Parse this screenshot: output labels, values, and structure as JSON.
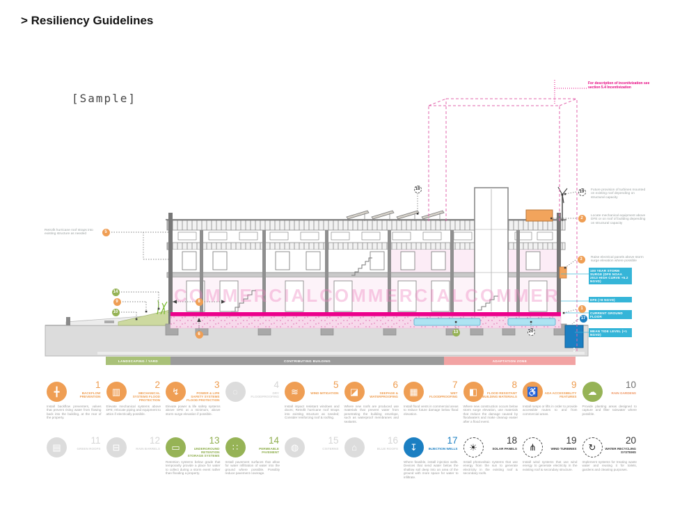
{
  "page": {
    "title": "> Resiliency Guidelines",
    "sample_tag": "[Sample]"
  },
  "colors": {
    "orange": "#ef9e54",
    "green": "#96b356",
    "blue": "#1b7fc2",
    "cyan": "#35b5d8",
    "magenta_dfe": "#ec008c",
    "note_magenta": "#e6007e",
    "zone_green": "#a9c178",
    "zone_gray": "#9b9b9b",
    "zone_pink": "#f2a3a3"
  },
  "diagram": {
    "watermark": "COMMERCIAL",
    "notes": {
      "roof_straps": "Retrofit hurricane roof straps into existing structure as needed",
      "incentivization": "For description of incentivization see section 5.4 Incentivization",
      "turbines_future": "Future provision of turbines mounted on existing roof depending on structural capacity",
      "mechanical_equipment": "Locate mechanical equipment above DFE or on roof of building depending on structural capacity",
      "electrical_panels": "Raise electrical panels above storm surge elevation where possible"
    },
    "levels": [
      "100 YEAR STORM SURGE (DFE NOAA 2013 HIGH CURVE +5.2 NGVD)",
      "DFE (+8 NGVD)",
      "CURRENT GROUND FLOOR",
      "MEAN TIDE LEVEL (+1 NGVD)"
    ],
    "zones": [
      "LANDSCAPING / YARD",
      "CONTRIBUTING BUILDING",
      "ADAPTATION ZONE"
    ],
    "markers": {
      "m1": "1",
      "m2": "2",
      "m3": "3",
      "m5": "5",
      "m6": "6",
      "m8": "8",
      "m9": "9",
      "m10": "10",
      "m13": "13",
      "m14": "14",
      "m17": "17",
      "m18": "18",
      "m19": "19",
      "m20": "20"
    }
  },
  "strategies": [
    {
      "num": "1",
      "label": "BACKFLOW PREVENTION",
      "style": "orange",
      "num_color": "#ee9c4f",
      "label_color": "#ee9c4f",
      "icon": "╋",
      "icon_name": "backflow-prevention-icon",
      "desc": "Install backflow preventers, valves that prevent rising water from flowing back into the building, at the rear of the property."
    },
    {
      "num": "2",
      "label": "MECHANICAL SYSTEMS FLOOD PROTECTION",
      "style": "orange",
      "num_color": "#ee9c4f",
      "label_color": "#ee9c4f",
      "icon": "▥",
      "icon_name": "mechanical-systems-icon",
      "desc": "Elevate mechanical systems above DFE; relocate piping and equipment to attics if electrically possible."
    },
    {
      "num": "3",
      "label": "POWER & LIFE SAFETY SYSTEMS FLOOD PROTECTION",
      "style": "orange",
      "num_color": "#ee9c4f",
      "label_color": "#ee9c4f",
      "icon": "↯",
      "icon_name": "power-life-safety-icon",
      "desc": "Elevate power & life safety systems above DFE at a minimum, above storm surge elevation if possible."
    },
    {
      "num": "4",
      "label": "DRY FLOODPROOFING",
      "style": "gray",
      "num_color": "#d5d5d5",
      "label_color": "#d5d5d5",
      "icon": "◌",
      "icon_name": "dry-floodproofing-icon",
      "desc": ""
    },
    {
      "num": "5",
      "label": "WIND MITIGATION",
      "style": "orange",
      "num_color": "#ee9c4f",
      "label_color": "#ee9c4f",
      "icon": "≋",
      "icon_name": "wind-mitigation-icon",
      "desc": "Install impact resistant windows and doors; Retrofit hurricane roof straps into existing structure as needed; Consider reinforcing roof & roofing."
    },
    {
      "num": "6",
      "label": "SEEPAGE & WATERPROOFING",
      "style": "orange",
      "num_color": "#ee9c4f",
      "label_color": "#ee9c4f",
      "icon": "◪",
      "icon_name": "seepage-waterproofing-icon",
      "desc": "Where new roofs are produced use materials that prevent water from penetrating the building envelope, such as waterproof membranes and sealants."
    },
    {
      "num": "7",
      "label": "WET FLOODPROOFING",
      "style": "orange",
      "num_color": "#ee9c4f",
      "label_color": "#ee9c4f",
      "icon": "▦",
      "icon_name": "wet-floodproofing-icon",
      "desc": "Install flood vents in commercial areas to reduce future damage below flood elevation."
    },
    {
      "num": "8",
      "label": "FLOOD RESISTANT BUILDING MATERIALS",
      "style": "orange",
      "num_color": "#ee9c4f",
      "label_color": "#ee9c4f",
      "icon": "◧",
      "icon_name": "flood-resistant-materials-icon",
      "desc": "Where new construction occurs below storm surge elevation, use materials that reduce the damage caused by floodwaters and make cleanup easier after a flood event."
    },
    {
      "num": "9",
      "label": "ADA ACCESSIBILITY FEATURES",
      "style": "orange",
      "num_color": "#ee9c4f",
      "label_color": "#ee9c4f",
      "icon": "♿",
      "icon_name": "ada-accessibility-icon",
      "desc": "Install ramps or lifts in order to provide accessible routes to and from commercial areas."
    },
    {
      "num": "10",
      "label": "RAIN GARDENS",
      "style": "green",
      "num_color": "#6f6f6f",
      "label_color": "#ef9663",
      "icon": "☁",
      "icon_name": "rain-gardens-icon",
      "desc": "Provide planting areas designed to capture and filter rainwater where possible."
    },
    {
      "num": "11",
      "label": "GREEN ROOFS",
      "style": "gray",
      "num_color": "#d5d5d5",
      "label_color": "#d5d5d5",
      "icon": "▤",
      "icon_name": "green-roofs-icon",
      "desc": ""
    },
    {
      "num": "12",
      "label": "RAIN BARRELS",
      "style": "gray",
      "num_color": "#d5d5d5",
      "label_color": "#d5d5d5",
      "icon": "⊟",
      "icon_name": "rain-barrels-icon",
      "desc": ""
    },
    {
      "num": "13",
      "label": "UNDERGROUND RETENTION STORAGE SYSTEMS",
      "style": "green",
      "num_color": "#8fae4e",
      "label_color": "#8fae4e",
      "icon": "▭",
      "icon_name": "underground-retention-icon",
      "desc": "Retention systems below grade that temporarily provide a place for water to collect during a storm event rather than flooding a property."
    },
    {
      "num": "14",
      "label": "PERMEABLE PAVEMENT",
      "style": "green",
      "num_color": "#8fae4e",
      "label_color": "#8fae4e",
      "icon": "∷",
      "icon_name": "permeable-pavement-icon",
      "desc": "Install pavement surfaces that allow for water infiltration of water into the ground where possible. Possibly reduce pavement coverage."
    },
    {
      "num": "15",
      "label": "CISTERNS",
      "style": "gray",
      "num_color": "#d5d5d5",
      "label_color": "#d5d5d5",
      "icon": "◍",
      "icon_name": "cisterns-icon",
      "desc": ""
    },
    {
      "num": "16",
      "label": "BLUE ROOFS",
      "style": "gray",
      "num_color": "#d5d5d5",
      "label_color": "#d5d5d5",
      "icon": "⌂",
      "icon_name": "blue-roofs-icon",
      "desc": ""
    },
    {
      "num": "17",
      "label": "INJECTION WELLS",
      "style": "blue",
      "num_color": "#1b7fc2",
      "label_color": "#1b7fc2",
      "icon": "↧",
      "icon_name": "injection-wells-icon",
      "desc": "Where feasible, install injection wells. Devices that send water below the shallow soil deep into an area of the ground with more space for water to infiltrate."
    },
    {
      "num": "18",
      "label": "SOLAR PANELS",
      "style": "dashed",
      "num_color": "#333333",
      "label_color": "#333333",
      "icon": "☀",
      "icon_name": "solar-panels-icon",
      "desc": "Install photovoltaic systems that use energy from the sun to generate electricity in the existing roof & secondary roofs."
    },
    {
      "num": "19",
      "label": "WIND TURBINES",
      "style": "dashed",
      "num_color": "#333333",
      "label_color": "#333333",
      "icon": "⋔",
      "icon_name": "wind-turbines-icon",
      "desc": "Install wind systems that use wind energy to generate electricity in the existing roof & secondary structure."
    },
    {
      "num": "20",
      "label": "WATER RECYCLING SYSTEMS",
      "style": "dashed",
      "num_color": "#333333",
      "label_color": "#333333",
      "icon": "↻",
      "icon_name": "water-recycling-icon",
      "desc": "Implement systems for treating waste water and reusing it for toilets, gardens and cleaning purposes."
    }
  ]
}
